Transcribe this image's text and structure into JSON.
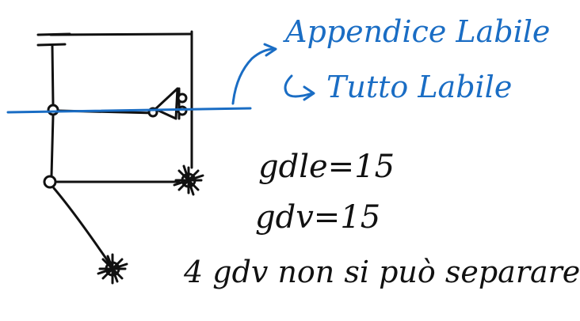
{
  "colors": {
    "ink": "#111111",
    "annotation": "#1a6dc4",
    "background": "#ffffff"
  },
  "annotations": {
    "appendix_label": "Appendice Labile",
    "result_label": "Tutto Labile"
  },
  "equations": {
    "gdl_line": "gdle=15",
    "gdv_line": "gdv=15",
    "note_line": "4 gdv non si può separare"
  },
  "icons": {
    "arrow": "curved-arrow-icon",
    "result_arrow": "hook-arrow-icon"
  }
}
